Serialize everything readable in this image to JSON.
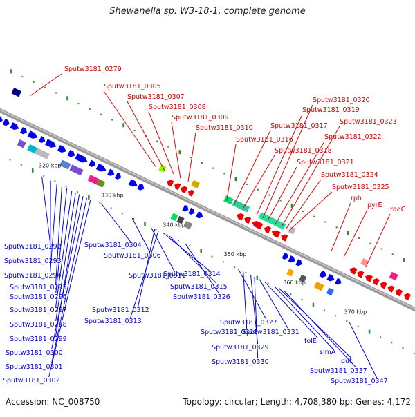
{
  "title": "Shewanella sp. W3-18-1, complete genome",
  "footer": {
    "accession": "Accession: NC_008750",
    "topology": "Topology: circular; Length: 4,708,380 bp; Genes: 4,172"
  },
  "ticks": [
    {
      "id": "t320",
      "label": "320 kbp"
    },
    {
      "id": "t330",
      "label": "330 kbp"
    },
    {
      "id": "t340",
      "label": "340 kbp"
    },
    {
      "id": "t350",
      "label": "350 kbp"
    },
    {
      "id": "t360",
      "label": "360 kbp"
    },
    {
      "id": "t370",
      "label": "370 kbp"
    }
  ],
  "colors": {
    "forward_gene": "#0000ee",
    "reverse_gene": "#ee0000",
    "backbone": "#888888",
    "tick_dot": "#2e8b2e",
    "forward_label": "#0000cc",
    "reverse_label": "#cc0000"
  },
  "labels_red": [
    "Sputw3181_0279",
    "Sputw3181_0305",
    "Sputw3181_0307",
    "Sputw3181_0308",
    "Sputw3181_0309",
    "Sputw3181_0310",
    "Sputw3181_0316",
    "Sputw3181_0317",
    "Sputw3181_0318",
    "Sputw3181_0319",
    "Sputw3181_0320",
    "Sputw3181_0321",
    "Sputw3181_0322",
    "Sputw3181_0323",
    "Sputw3181_0324",
    "Sputw3181_0325",
    "rph",
    "pyrE",
    "radC"
  ],
  "labels_blue": [
    "Sputw3181_0292",
    "Sputw3181_0293",
    "Sputw3181_0294",
    "Sputw3181_0295",
    "Sputw3181_0296",
    "Sputw3181_0297",
    "Sputw3181_0298",
    "Sputw3181_0299",
    "Sputw3181_0300",
    "Sputw3181_0301",
    "Sputw3181_0302",
    "Sputw3181_0304",
    "Sputw3181_0306",
    "Sputw3181_0311",
    "Sputw3181_0312",
    "Sputw3181_0313",
    "Sputw3181_0314",
    "Sputw3181_0315",
    "Sputw3181_0326",
    "Sputw3181_0327",
    "Sputw3181_0328",
    "Sputw3181_0329",
    "Sputw3181_0330",
    "Sputw3181_0331",
    "folE",
    "slmA",
    "dut",
    "Sputw3181_0337",
    "Sputw3181_0347"
  ]
}
